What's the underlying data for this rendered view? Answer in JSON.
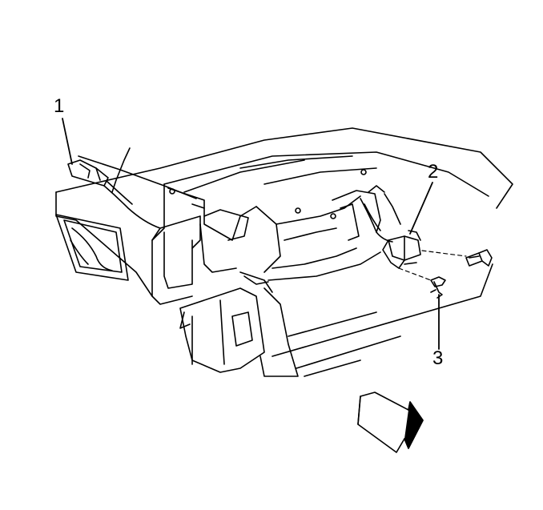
{
  "callouts": {
    "c1": "1",
    "c2": "2",
    "c3": "3"
  },
  "parts": [
    "wiring-harness-connector",
    "module-bracket",
    "retaining-bolt",
    "push-pin-retainer",
    "vehicle-front-arrow-icon"
  ],
  "colors": {
    "line": "#000000",
    "background": "#ffffff"
  }
}
